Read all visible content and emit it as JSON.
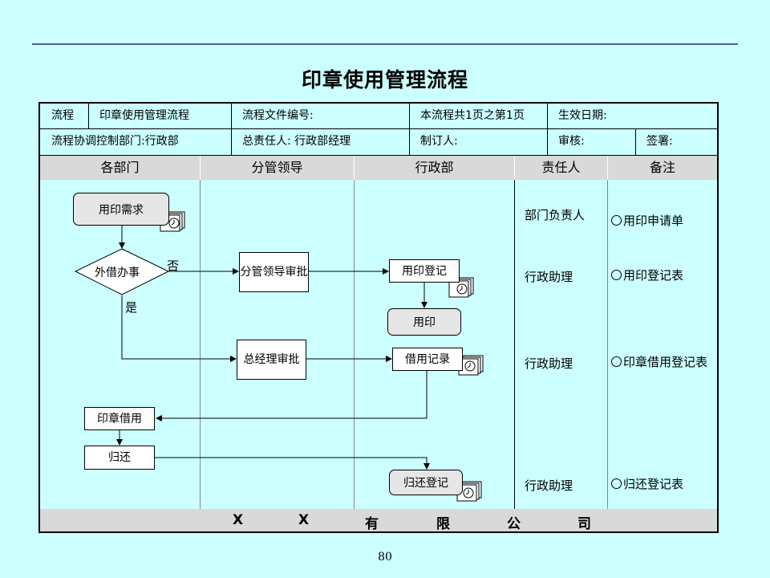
{
  "title": "印章使用管理流程",
  "header": {
    "row1": {
      "c1": "流程",
      "c2": "印章使用管理流程",
      "c3": "流程文件编号:",
      "c4": "本流程共1页之第1页",
      "c5": "生效日期:"
    },
    "row2": {
      "c1": "流程协调控制部门:行政部",
      "c2": "总责任人: 行政部经理",
      "c3": "制订人:",
      "c4": "审核:",
      "c5": "签署:"
    }
  },
  "lanes": [
    "各部门",
    "分管领导",
    "行政部",
    "责任人",
    "备注"
  ],
  "nodes": {
    "yongyin_xuqiu": "用印需求",
    "waijie_banshi": "外借办事",
    "fenguan_shenpi": "分管领导审批",
    "yongyin_dengji": "用印登记",
    "yongyin": "用印",
    "zongjingli_shenpi": "总经理审批",
    "jieyong_jilu": "借用记录",
    "yinzhang_jieyong": "印章借用",
    "guihuan": "归还",
    "guihuan_dengji": "归还登记"
  },
  "branch_labels": {
    "no": "否",
    "yes": "是"
  },
  "responsible": [
    "部门负责人",
    "行政助理",
    "行政助理",
    "行政助理"
  ],
  "remarks": [
    "用印申请单",
    "用印登记表",
    "印章借用登记表",
    "归还登记表"
  ],
  "footer": [
    "X",
    "X",
    "有",
    "限",
    "公",
    "司"
  ],
  "page_number": "80"
}
